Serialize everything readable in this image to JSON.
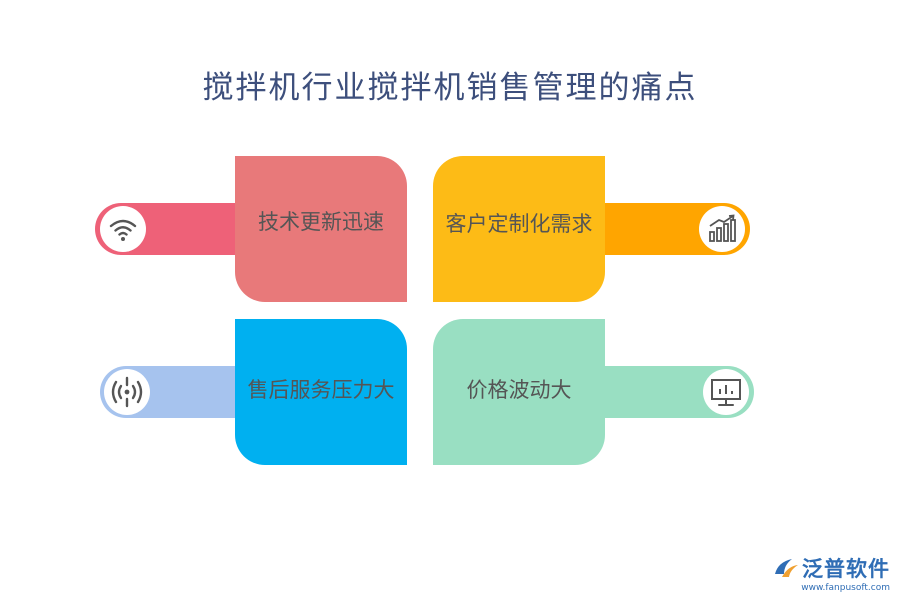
{
  "title": "搅拌机行业搅拌机销售管理的痛点",
  "items": [
    {
      "label": "技术更新迅速",
      "icon": "wifi-icon",
      "card_color": "#e8797a",
      "bar_color": "#ee6178",
      "icon_color": "#555555"
    },
    {
      "label": "客户定制化需求",
      "icon": "bar-chart-icon",
      "card_color": "#fdbb16",
      "bar_color": "#ffa500",
      "icon_color": "#555555"
    },
    {
      "label": "售后服务压力大",
      "icon": "signal-icon",
      "card_color": "#00b0f0",
      "bar_color": "#a6c3ee",
      "icon_color": "#555555"
    },
    {
      "label": "价格波动大",
      "icon": "monitor-icon",
      "card_color": "#99dfc2",
      "bar_color": "#99dfc2",
      "icon_color": "#555555"
    }
  ],
  "logo": {
    "name": "泛普软件",
    "url": "www.fanpusoft.com",
    "color": "#2f6db5"
  }
}
